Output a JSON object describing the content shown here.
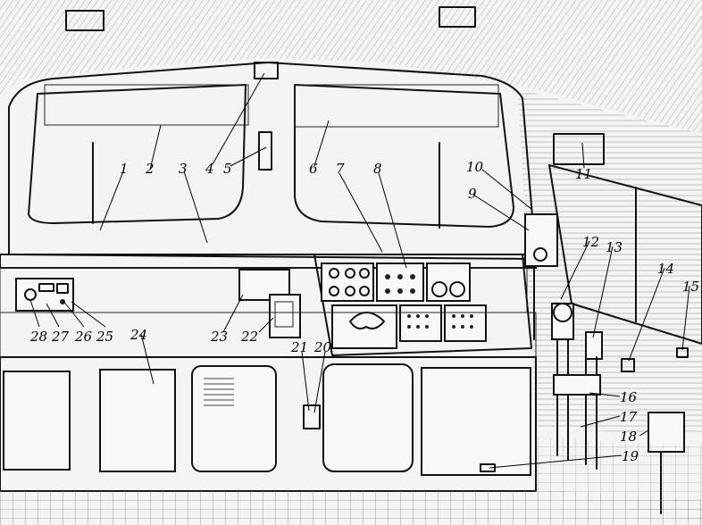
{
  "callouts": [
    {
      "id": "1",
      "text": "1"
    },
    {
      "id": "2",
      "text": "2"
    },
    {
      "id": "3",
      "text": "3"
    },
    {
      "id": "4",
      "text": "4"
    },
    {
      "id": "5",
      "text": "5"
    },
    {
      "id": "6",
      "text": "6"
    },
    {
      "id": "7",
      "text": "7"
    },
    {
      "id": "8",
      "text": "8"
    },
    {
      "id": "9",
      "text": "9"
    },
    {
      "id": "10",
      "text": "10"
    },
    {
      "id": "11",
      "text": "11"
    },
    {
      "id": "12",
      "text": "12"
    },
    {
      "id": "13",
      "text": "13"
    },
    {
      "id": "14",
      "text": "14"
    },
    {
      "id": "15",
      "text": "15"
    },
    {
      "id": "16",
      "text": "16"
    },
    {
      "id": "17",
      "text": "17"
    },
    {
      "id": "18",
      "text": "18"
    },
    {
      "id": "19",
      "text": "19"
    },
    {
      "id": "20",
      "text": "20"
    },
    {
      "id": "21",
      "text": "21"
    },
    {
      "id": "22",
      "text": "22"
    },
    {
      "id": "23",
      "text": "23"
    },
    {
      "id": "24",
      "text": "24"
    },
    {
      "id": "25",
      "text": "25"
    },
    {
      "id": "26",
      "text": "26"
    },
    {
      "id": "27",
      "text": "27"
    },
    {
      "id": "28",
      "text": "28"
    }
  ],
  "colors": {
    "ink": "#111111",
    "paper": "#f4f4f0"
  }
}
